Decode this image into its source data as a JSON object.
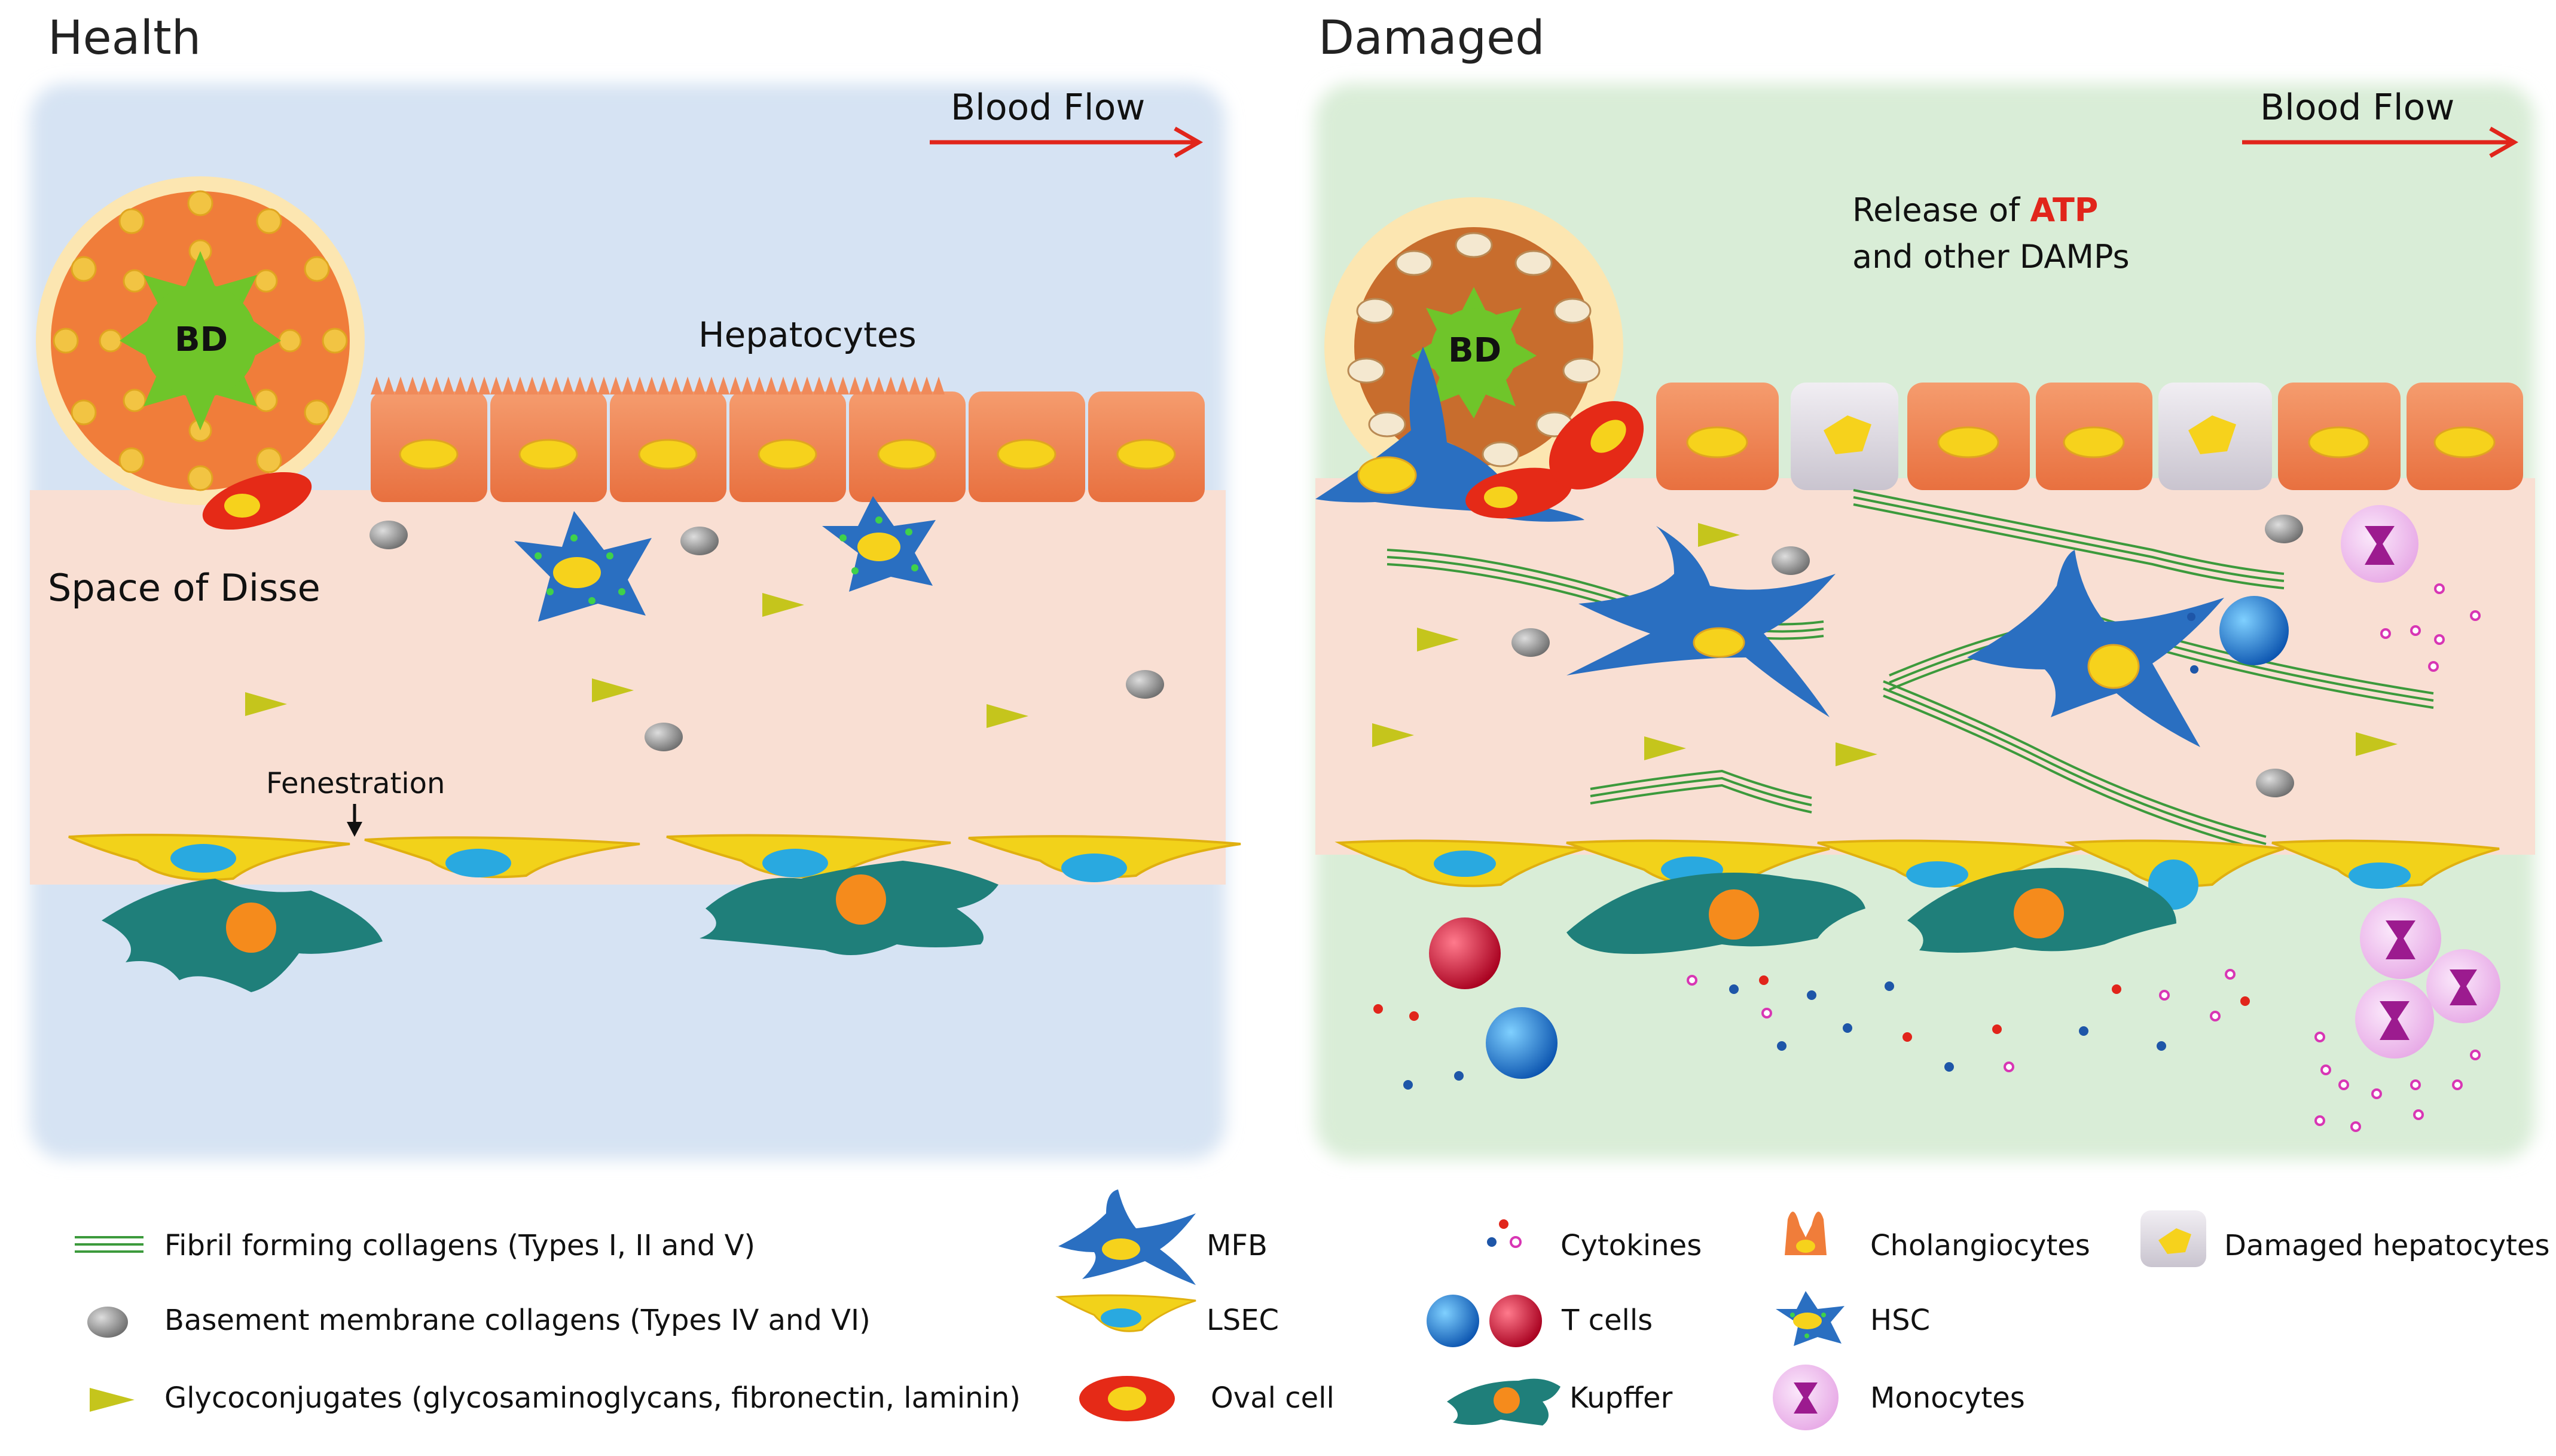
{
  "health": {
    "title": "Health",
    "blood_flow": "Blood Flow",
    "bd_label": "BD",
    "hepatocytes_label": "Hepatocytes",
    "space_of_disse_label": "Space of Disse",
    "fenestration_label": "Fenestration"
  },
  "damaged": {
    "title": "Damaged",
    "blood_flow": "Blood Flow",
    "bd_label": "BD",
    "release_prefix": "Release of ",
    "release_highlight": "ATP",
    "release_line2": "and other DAMPs"
  },
  "colors": {
    "health_bg": "#d6e3f3",
    "damaged_bg": "#d9edd7",
    "disse": "#f9dfd3",
    "hepatocyte": "#f08a5a",
    "lsec": "#f2d21a",
    "nucleus_blue": "#29a9e0",
    "kupffer": "#1f7f7a",
    "hsc": "#2a6fc1",
    "arrow_red": "#e1251b",
    "atp_red": "#e1251b",
    "collagen": "#3c9a3c"
  },
  "legend": {
    "col1": [
      {
        "icon": "fibril-collagen-icon",
        "label": "Fibril forming collagens (Types I, II and V)"
      },
      {
        "icon": "basement-collagen-icon",
        "label": "Basement membrane collagens (Types IV and VI)"
      },
      {
        "icon": "glycoconjugate-icon",
        "label": "Glycoconjugates (glycosaminoglycans, fibronectin, laminin)"
      }
    ],
    "col2": [
      {
        "icon": "mfb-icon",
        "label": "MFB"
      },
      {
        "icon": "lsec-icon",
        "label": "LSEC"
      },
      {
        "icon": "oval-cell-icon",
        "label": "Oval cell"
      }
    ],
    "col3": [
      {
        "icon": "cytokines-icon",
        "label": "Cytokines"
      },
      {
        "icon": "t-cells-icon",
        "label": "T cells"
      },
      {
        "icon": "kupffer-icon",
        "label": "Kupffer"
      }
    ],
    "col4": [
      {
        "icon": "cholangiocytes-icon",
        "label": "Cholangiocytes"
      },
      {
        "icon": "hsc-icon",
        "label": "HSC"
      },
      {
        "icon": "monocytes-icon",
        "label": "Monocytes"
      }
    ],
    "col5": [
      {
        "icon": "damaged-hepatocyte-icon",
        "label": "Damaged hepatocytes"
      }
    ]
  }
}
